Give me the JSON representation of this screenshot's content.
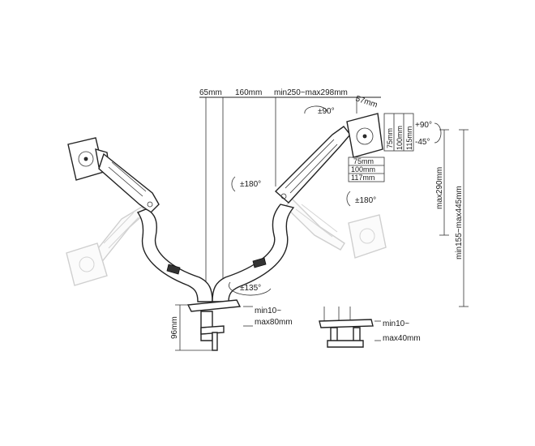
{
  "dimensions": {
    "top_65": "65mm",
    "top_160": "160mm",
    "top_arm_reach": "min250~max298mm",
    "top_57": "57mm",
    "vesa_75_v": "75mm",
    "vesa_100_v": "100mm",
    "vesa_115_v": "115mm",
    "vesa_75_h": "75mm",
    "vesa_100_h": "100mm",
    "vesa_117_h": "117mm",
    "height_max290": "max290mm",
    "height_range": "min155~max445mm",
    "clamp_height": "96mm",
    "clamp_range_left_1": "min10~",
    "clamp_range_left_2": "max80mm",
    "clamp_range_right_1": "min10~",
    "clamp_range_right_2": "max40mm"
  },
  "rotations": {
    "swivel_90": "±90°",
    "tilt_up": "+90°",
    "tilt_down": "-45°",
    "rotate_180_left": "±180°",
    "rotate_180_right": "±180°",
    "base_135": "±135°"
  }
}
